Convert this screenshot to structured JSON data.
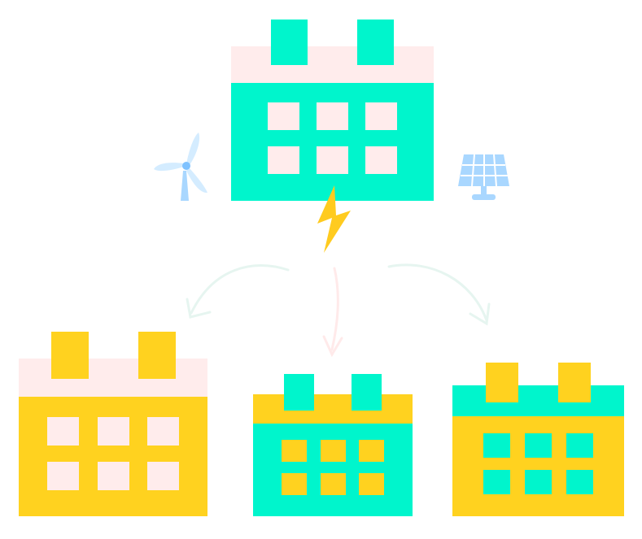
{
  "colors": {
    "teal": "#00f5cc",
    "yellow": "#ffd21f",
    "pink": "#ffecec",
    "light_blue": "#a9d7ff",
    "arrow": "#e8f6f1",
    "bolt": "#ffcb1f"
  },
  "icons": {
    "source": "wind-turbine-icon",
    "solar": "solar-panel-icon",
    "power": "lightning-bolt-icon"
  },
  "calendars": [
    {
      "role": "source-calendar",
      "header": "pink",
      "body": "teal",
      "tabs": "teal",
      "cells": "pink"
    },
    {
      "role": "left-calendar",
      "header": "pink",
      "body": "yellow",
      "tabs": "yellow",
      "cells": "pink"
    },
    {
      "role": "middle-calendar",
      "header": "yellow",
      "body": "teal",
      "tabs": "teal",
      "cells": "yellow"
    },
    {
      "role": "right-calendar",
      "header": "teal",
      "body": "yellow",
      "tabs": "yellow",
      "cells": "teal"
    }
  ]
}
